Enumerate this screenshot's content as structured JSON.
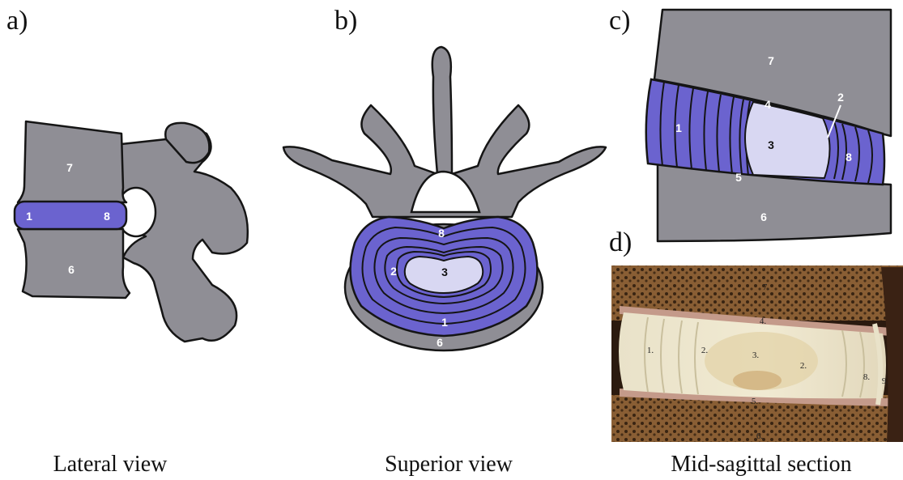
{
  "panels": {
    "a": {
      "letter": "a)",
      "caption": "Lateral view",
      "labels": {
        "upper_vertebra": "7",
        "lower_vertebra": "6",
        "annulus_anterior": "1",
        "annulus_posterior": "8"
      }
    },
    "b": {
      "letter": "b)",
      "caption": "Superior view",
      "labels": {
        "posterior_annulus": "8",
        "inner_annulus": "2",
        "nucleus": "3",
        "outer_annulus": "1",
        "vertebral_body": "6"
      }
    },
    "c": {
      "letter": "c)",
      "caption": "",
      "labels": {
        "upper_vertebra": "7",
        "upper_endplate": "4",
        "inner_annulus_pointer": "2",
        "outer_annulus": "1",
        "nucleus": "3",
        "posterior_annulus": "8",
        "lower_endplate": "5",
        "lower_vertebra": "6"
      }
    },
    "d": {
      "letter": "d)",
      "caption": "Mid-sagittal section",
      "labels": {
        "l7": "7.",
        "l4": "4.",
        "l1": "1.",
        "l2a": "2.",
        "l3": "3.",
        "l2b": "2.",
        "l8": "8.",
        "l9": "9.",
        "l5": "5.",
        "l6": "6."
      }
    }
  },
  "colors": {
    "bone": "#8f8e95",
    "annulus": "#6b63cf",
    "nucleus": "#d8d7f2",
    "outline": "#151515"
  }
}
